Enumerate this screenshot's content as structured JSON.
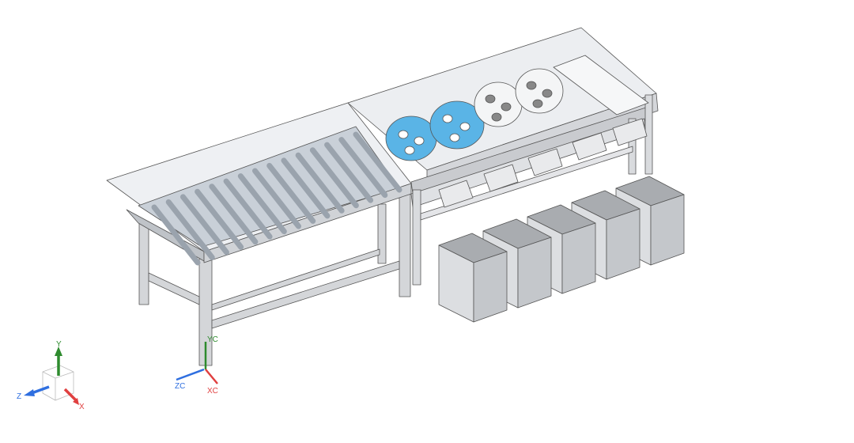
{
  "viewport": {
    "description_free": true
  },
  "view_triad": {
    "y_label": "Y",
    "z_label": "Z",
    "x_label": "X"
  },
  "wcs_triad": {
    "y_label": "YC",
    "z_label": "ZC",
    "x_label": "XC"
  },
  "colors": {
    "x_axis": "#e04040",
    "y_axis": "#2e8b2e",
    "z_axis": "#2f6fe0",
    "drum_blue": "#5ab4e6",
    "frame": "#c8c9cc",
    "roller_accent": "#2bbfb0"
  }
}
